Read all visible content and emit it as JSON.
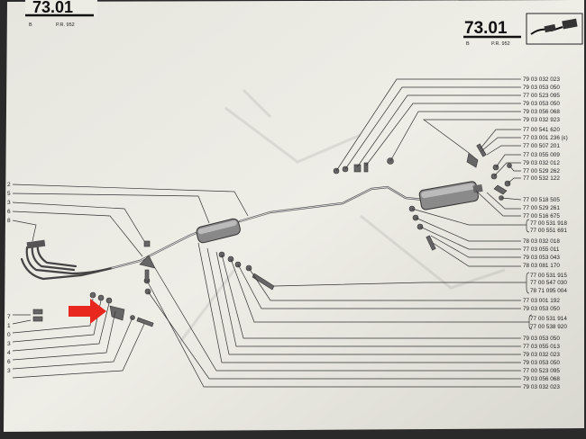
{
  "header_left": {
    "number": "73.01",
    "sub_b": "B",
    "sub_ref": "P.R. 952"
  },
  "header_right": {
    "number": "73.01",
    "sub_b": "B",
    "sub_ref": "P.R. 952"
  },
  "part_numbers": [
    "79 03 032 023",
    "79 03 053 050",
    "77 00 523 095",
    "79 03 053 050",
    "79 03 056 068",
    "79 03 032 923",
    "77 00 541 620",
    "77 03 001 236 (ε)",
    "77 00 507 201",
    "77 03 055 009",
    "79 03 032 012",
    "77 00 529 262",
    "77 00 532 122",
    "77 00 518 505",
    "77 00 529 261",
    "77 00 516 675",
    "77 00 531 918",
    "77 00 551 691",
    "78 03 032 018",
    "77 03 055 011",
    "79 03 053 043",
    "78 03 081 170",
    "77 00 531 915",
    "77 00 547 030",
    "78 71 095 004",
    "77 03 001 192",
    "79 03 053 050",
    "77 00 531 914",
    "77 00 538 920",
    "79 03 053 050",
    "77 03 055 013",
    "79 03 032 023",
    "79 03 053 050",
    "77 00 523 095",
    "79 03 056 068",
    "79 03 032 023"
  ],
  "left_index": [
    "2",
    "5",
    "3",
    "6",
    "8",
    "7",
    "1",
    "0",
    "3",
    "4",
    "6",
    "3"
  ],
  "colors": {
    "paper": "#ecebe4",
    "ink": "#333333",
    "arrow": "#e8271e"
  },
  "icons": [
    "exhaust-thumbnail-icon",
    "red-arrow-icon"
  ]
}
